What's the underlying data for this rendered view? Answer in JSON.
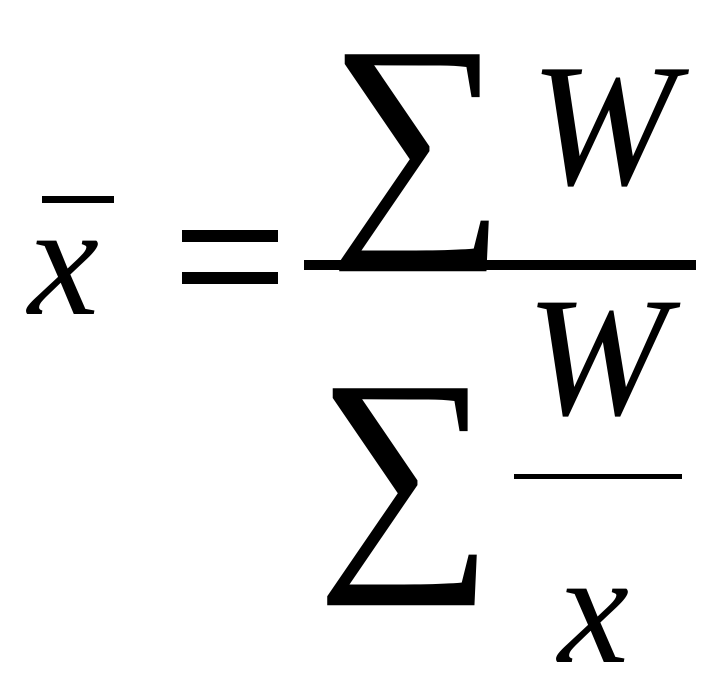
{
  "formula": {
    "lhs": {
      "variable": "x"
    },
    "equals": "=",
    "numerator": {
      "sum": "∑",
      "term": "W"
    },
    "denominator": {
      "sum": "∑",
      "term_numerator": "W",
      "term_denominator": "x"
    }
  }
}
